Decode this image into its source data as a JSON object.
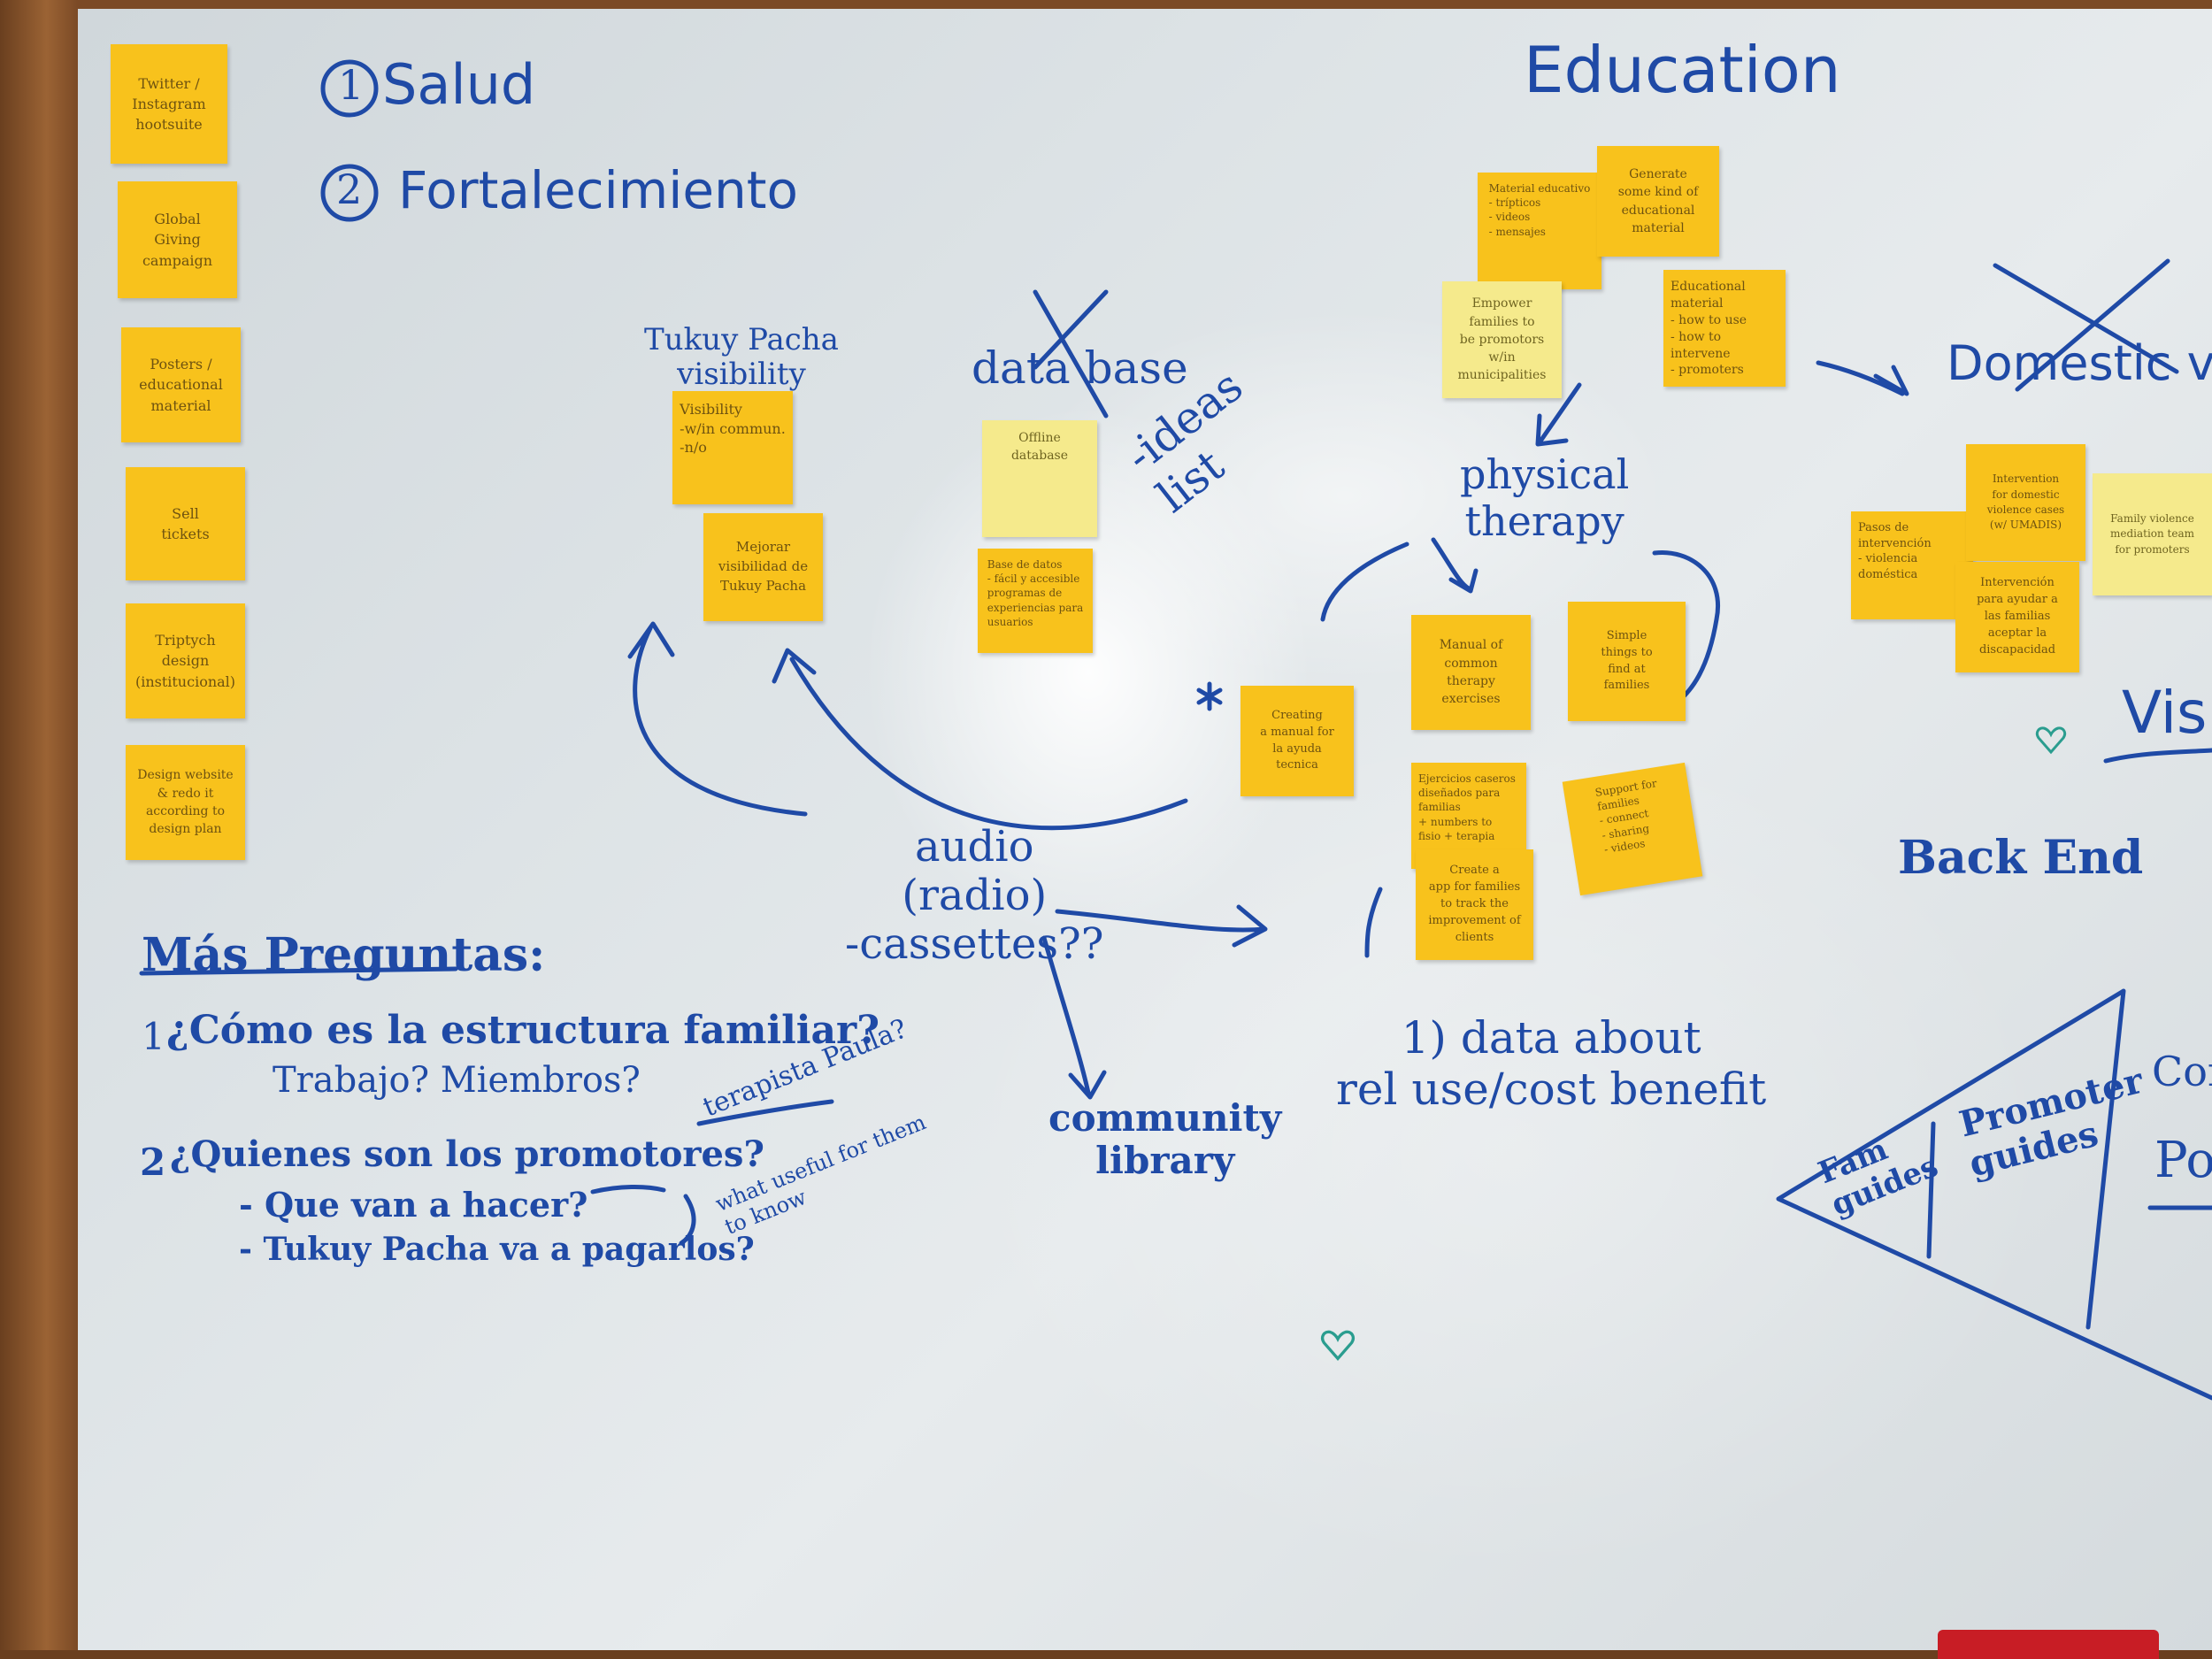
{
  "colors": {
    "ink": "#1f4aa6",
    "sticky_orange": "#f8c21c",
    "sticky_pale": "#f5ea8c",
    "frame": "#8a5a32",
    "heart": "#2a9d8f"
  },
  "headings": {
    "salud": "Salud",
    "salud_num": "1",
    "fortalecimiento": "Fortalecimiento",
    "fortalecimiento_num": "2",
    "education": "Education",
    "tukuy_pacha_visibility": "Tukuy Pacha\nvisibility",
    "data_base": "data base",
    "ideas_list": "-ideas\nlist",
    "physical_therapy": "physical\ntherapy",
    "domestic_violence": "Domestic viol",
    "visibility_partial": "Visi",
    "back_end": "Back End",
    "audio": "audio\n(radio)\n-cassettes??",
    "community_library": "community\nlibrary",
    "data_about": "1) data about\nrel use/cost benefit"
  },
  "left_column_notes": [
    "Twitter /\nInstagram\nhootsuite",
    "Global\nGiving\ncampaign",
    "Posters /\neducational\nmaterial",
    "Sell\ntickets",
    "Triptych\ndesign\n(institucional)",
    "Design website\n& redo it\naccording to\ndesign plan"
  ],
  "visibility_notes": [
    "Visibility\n-w/in commun.\n-n/o",
    "Mejorar\nvisibilidad de\nTukuy Pacha"
  ],
  "database_notes": [
    "Offline database",
    "Base de datos\n- fácil y accesible\nprogramas de\nexperiencias para\nusuarios"
  ],
  "education_notes": [
    "Material educativo\n- trípticos\n- videos\n- mensajes",
    "Generate\nsome kind of\neducational\nmaterial",
    "Empower\nfamilies to\nbe promotors\nw/in municipalities",
    "Educational\nmaterial\n- how to use\n- how to intervene\n- promoters"
  ],
  "therapy_notes": [
    "Creating\na manual for\nla ayuda\ntecnica",
    "Manual of\ncommon therapy\nexercises",
    "Simple\nthings to\nfind at\nfamilies",
    "Ejercicios caseros\ndiseñados para familias\n+ numbers to\nfisio + terapia",
    "Create a\napp for families\nto track the\nimprovement of\nclients",
    "Support for\nfamilies\n- connect\n- sharing\n- videos"
  ],
  "domestic_notes": [
    "Pasos de\nintervención\n- violencia doméstica",
    "Intervention\nfor domestic\nviolence cases\n(w/ UMADIS)",
    "Family violence\nmediation team\nfor promoters",
    "Intervención\npara ayudar a\nlas familias\naceptar la\ndiscapacidad"
  ],
  "questions": {
    "title": "Más Preguntas:",
    "q1_num": "1",
    "q1_line1": "¿Cómo es la estructura familiar?",
    "q1_line2": "Trabajo? Miembros?",
    "q2_num": "2",
    "q2_line1": "¿Quienes son los promotores?",
    "q2_line2": "- Que van a hacer?",
    "q2_line3": "- Tukuy Pacha va a pagarlos?",
    "side_note_1": "terapista Paula?",
    "side_note_2": "what useful for them\nto know"
  },
  "triangle_diagram": {
    "fam_guides": "Fam\nguides",
    "promoter_guides": "Promoter\nguides",
    "partial_com": "Com",
    "partial_pos": "Pos"
  },
  "icons": {
    "heart_1": "heart-icon",
    "heart_2": "heart-icon",
    "star": "asterisk-icon"
  }
}
